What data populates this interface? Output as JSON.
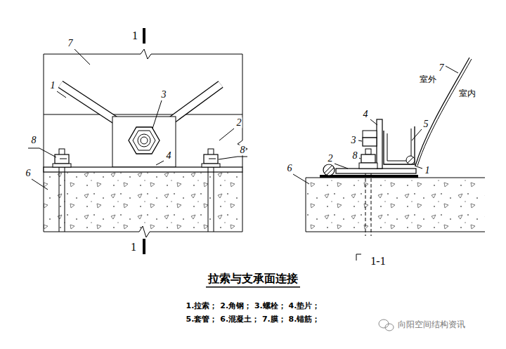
{
  "diagram": {
    "title": "拉索与支承面连接",
    "labels": [
      "7",
      "1",
      "1",
      "3",
      "8",
      "2",
      "4",
      "8",
      "6",
      "1",
      "7",
      "室外",
      "室内",
      "4",
      "5",
      "3",
      "8",
      "2",
      "6",
      "1",
      "1-1",
      "1.拉索； 2.角钢； 3.螺栓； 4.垫片；",
      "5.套管； 6.混凝土； 7.膜； 8.锚筋；",
      "向阳空间结构资讯"
    ]
  }
}
